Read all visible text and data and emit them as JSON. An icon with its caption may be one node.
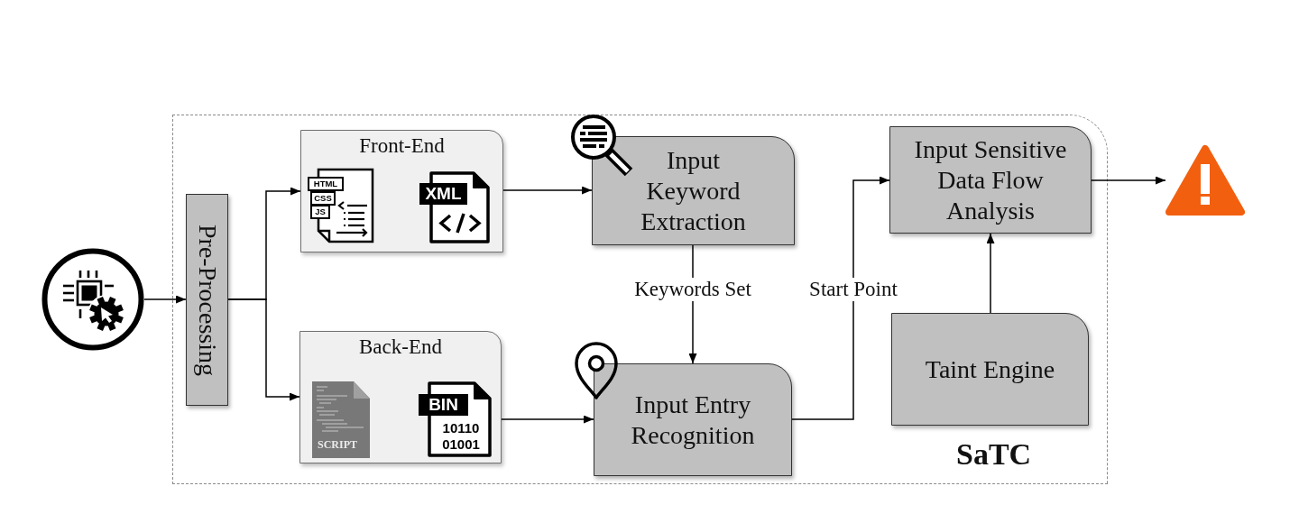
{
  "diagram": {
    "nodes": [
      {
        "text": [],
        "shape": "circle"
      },
      {
        "text": [
          "SaTC"
        ]
      },
      {
        "text": [
          "Pre-Processing"
        ],
        "in": 1
      },
      {
        "text": [
          "Front-End"
        ],
        "in": 1
      },
      {
        "text": [
          "Back-End"
        ],
        "in": 1
      },
      {
        "text": [
          "Input Keyword Extraction"
        ],
        "in": 1
      },
      {
        "text": [
          "Input Entry Recognition"
        ],
        "in": 1
      },
      {
        "text": [
          "Input Sensitive Data Flow Analysis"
        ],
        "in": 1
      },
      {
        "text": [
          "Taint Engine"
        ],
        "in": 1
      },
      {
        "text": [],
        "shape": "triangle"
      }
    ],
    "edges": [
      {
        "from": 0,
        "to": 2,
        "arrow": "to"
      },
      {
        "from": 2,
        "to": 3,
        "arrow": "to"
      },
      {
        "from": 2,
        "to": 4,
        "arrow": "to"
      },
      {
        "from": 3,
        "to": 5,
        "arrow": "to"
      },
      {
        "from": 4,
        "to": 6,
        "arrow": "to"
      },
      {
        "from": 5,
        "to": 6,
        "arrow": "to",
        "label": "Keywords Set"
      },
      {
        "from": 6,
        "to": 7,
        "arrow": "to",
        "label": "Start Point"
      },
      {
        "from": 8,
        "to": 7,
        "arrow": "to"
      },
      {
        "from": 7,
        "to": 9,
        "arrow": "to"
      }
    ],
    "labels": [
      "HTML",
      "CSS",
      "JS",
      "XML",
      "SCRIPT",
      "BIN",
      "10110 01001"
    ]
  }
}
